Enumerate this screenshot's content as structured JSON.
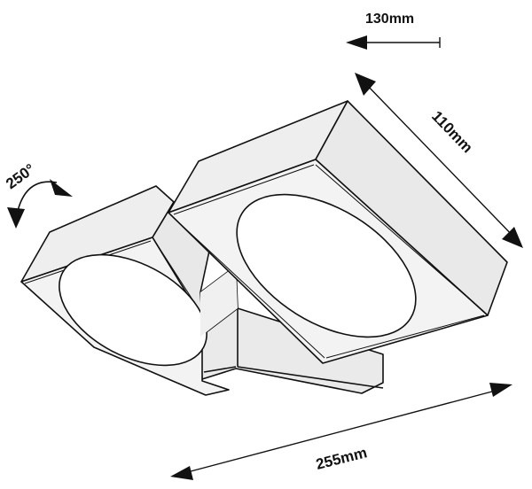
{
  "diagram": {
    "subject": "twin-head adjustable wall spotlight, technical line drawing",
    "colors": {
      "stroke": "#111111",
      "fill": "#f3f3f3",
      "fill_dark": "#e6e6e6",
      "lens": "#ffffff"
    },
    "dimensions": {
      "depth": {
        "label": "130mm",
        "direction": "left arrow with end tick"
      },
      "head_width": {
        "label": "110mm",
        "direction": "diagonal double arrow"
      },
      "total_width": {
        "label": "255mm",
        "direction": "diagonal double arrow"
      },
      "rotation": {
        "label": "250°",
        "direction": "curved double arrow"
      }
    },
    "components": [
      "left-light-head",
      "right-light-head",
      "mounting-base",
      "left-lens",
      "right-lens"
    ]
  }
}
